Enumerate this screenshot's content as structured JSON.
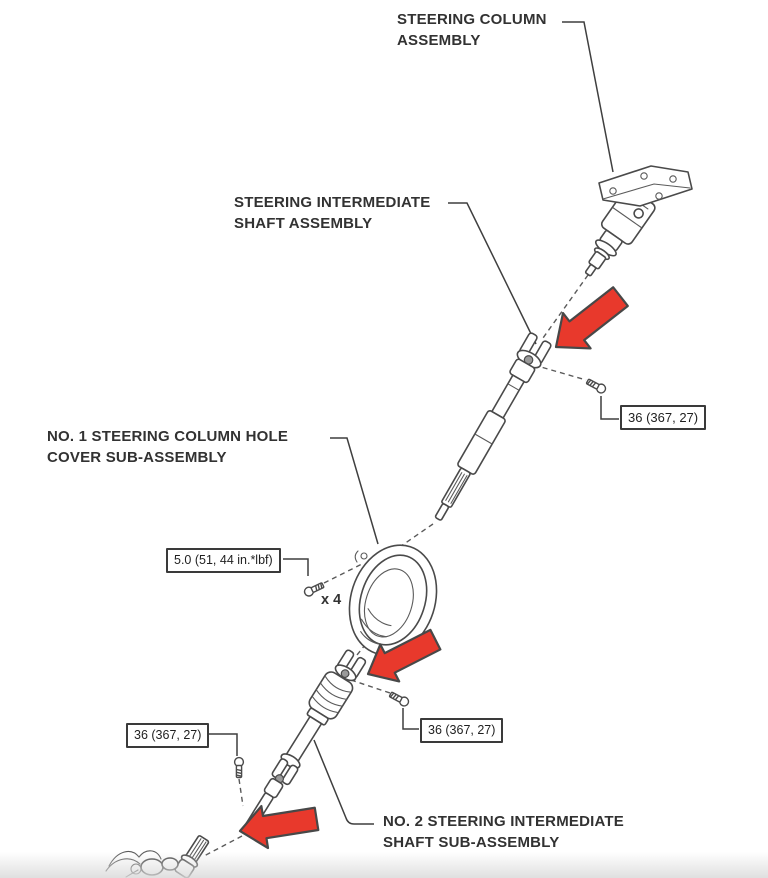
{
  "colors": {
    "arrow_red": "#e8392c",
    "line_dark": "#3f3f3f",
    "background": "#ffffff"
  },
  "labels": {
    "steering_column_assembly": "STEERING COLUMN\nASSEMBLY",
    "steering_intermediate_shaft_assembly": "STEERING INTERMEDIATE\nSHAFT ASSEMBLY",
    "no1_steering_column_hole_cover": "NO. 1 STEERING COLUMN HOLE\nCOVER SUB-ASSEMBLY",
    "no2_steering_intermediate_shaft": "NO. 2 STEERING INTERMEDIATE\nSHAFT SUB-ASSEMBLY",
    "quantity_note": "x 4"
  },
  "torque_specs": {
    "upper_joint_bolt": "36 (367, 27)",
    "hole_cover_screws": "5.0 (51, 44 in.*lbf)",
    "middle_joint_bolt": "36 (367, 27)",
    "lower_joint_bolt": "36 (367, 27)"
  }
}
